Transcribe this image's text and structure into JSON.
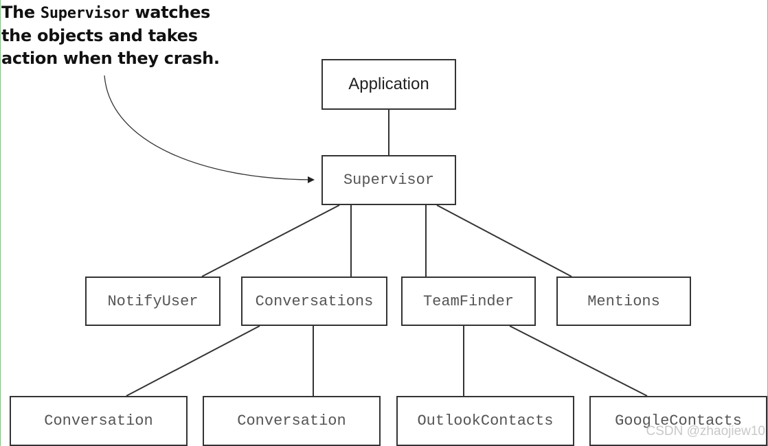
{
  "annotation": {
    "line1_before": "The",
    "line1_code": "Supervisor",
    "line1_after": "watches",
    "line2": "the objects and takes",
    "line3": "action when they crash."
  },
  "nodes": {
    "application": "Application",
    "supervisor": "Supervisor",
    "notify_user": "NotifyUser",
    "conversations": "Conversations",
    "team_finder": "TeamFinder",
    "mentions": "Mentions",
    "conversation_1": "Conversation",
    "conversation_2": "Conversation",
    "outlook_contacts": "OutlookContacts",
    "google_contacts": "GoogleContacts"
  },
  "colors": {
    "border": "#333333",
    "text": "#555555",
    "frame_accent": "#7fbf7f"
  },
  "watermark": "CSDN @zhaojiew10"
}
